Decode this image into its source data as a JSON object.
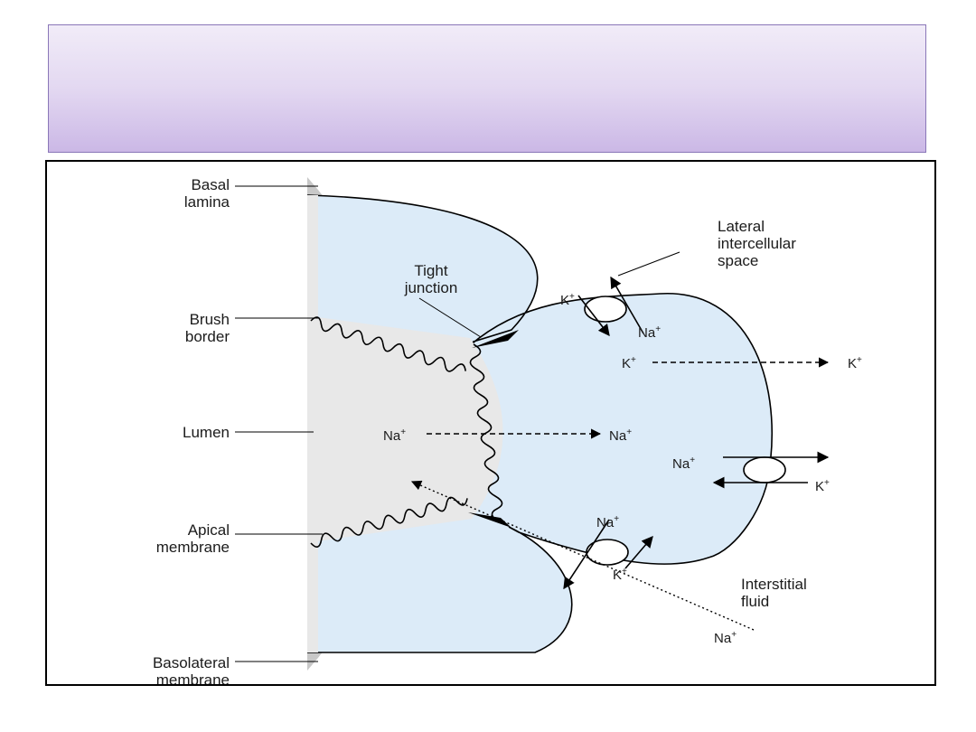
{
  "slide": {
    "title": ""
  },
  "labels": {
    "basal_lamina": [
      "Basal",
      "lamina"
    ],
    "brush_border": [
      "Brush",
      "border"
    ],
    "lumen": "Lumen",
    "apical_membrane": [
      "Apical",
      "membrane"
    ],
    "basolateral_membrane": [
      "Basolateral",
      "membrane"
    ],
    "tight_junction": [
      "Tight",
      "junction"
    ],
    "lateral_intercellular_space": [
      "Lateral",
      "intercellular",
      "space"
    ],
    "interstitial_fluid": [
      "Interstitial",
      "fluid"
    ]
  },
  "ions": {
    "na": "Na",
    "k": "K",
    "plus": "+"
  },
  "colors": {
    "cell": "#dcebf8",
    "lumen": "#e8e8e8",
    "lamina": "#c8c8c8",
    "title_top": "#f1ecf8",
    "title_bottom": "#cbb8e6"
  }
}
